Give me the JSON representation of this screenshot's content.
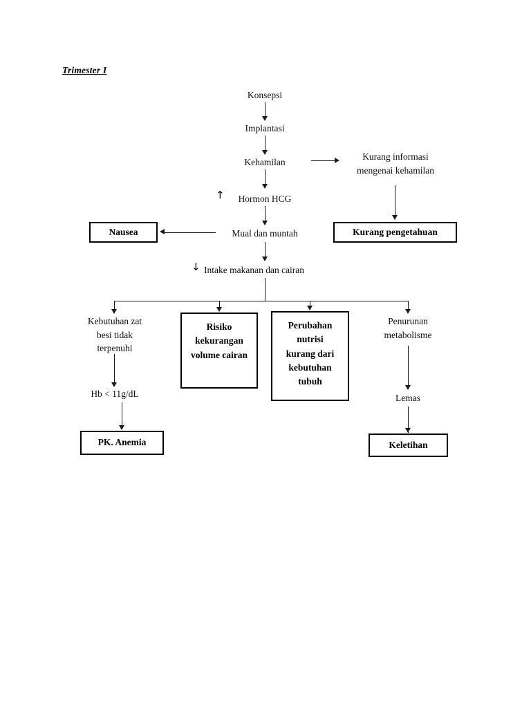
{
  "document": {
    "title": "Trimester I",
    "language": "Indonesian",
    "diagram_type": "pathophysiology-flowchart"
  },
  "nodes": {
    "konsepsi": {
      "label": "Konsepsi",
      "style": "plain"
    },
    "implantasi": {
      "label": "Implantasi",
      "style": "plain"
    },
    "kehamilan": {
      "label": "Kehamilan",
      "style": "plain"
    },
    "hormon_hcg": {
      "label": "Hormon HCG",
      "style": "plain",
      "prefix_glyph": "up-arrow-glyph"
    },
    "mual_dan_muntah": {
      "label": "Mual dan muntah",
      "style": "plain"
    },
    "intake": {
      "label": "Intake makanan dan cairan",
      "style": "plain",
      "prefix_glyph": "down-arrow-glyph"
    },
    "kurang_informasi": {
      "label": "Kurang informasi\nmengenai kehamilan",
      "style": "plain"
    },
    "kebutuhan_zat_besi": {
      "label": "Kebutuhan zat\nbesi tidak\nterpenuhi",
      "style": "plain"
    },
    "hb_value": {
      "label": "Hb < 11g/dL",
      "style": "plain"
    },
    "penurunan_metabolisme": {
      "label": "Penurunan\nmetabolisme",
      "style": "plain"
    },
    "lemas": {
      "label": "Lemas",
      "style": "plain"
    },
    "nausea": {
      "label": "Nausea",
      "style": "boxed"
    },
    "kurang_pengetahuan": {
      "label": "Kurang pengetahuan",
      "style": "boxed"
    },
    "risiko_kekurangan": {
      "label": "Risiko\nkekurangan\nvolume cairan",
      "style": "boxed"
    },
    "perubahan_nutrisi": {
      "label": "Perubahan\nnutrisi\nkurang dari\nkebutuhan\ntubuh",
      "style": "boxed"
    },
    "pk_anemia": {
      "label": "PK. Anemia",
      "style": "boxed"
    },
    "keletihan": {
      "label": "Keletihan",
      "style": "boxed"
    }
  },
  "glyphs": {
    "up_arrow": "↑",
    "down_arrow": "↓"
  },
  "colors": {
    "line": "#1a1a1a",
    "text": "#111111",
    "background": "#ffffff",
    "box_border": "#000000"
  },
  "edges": [
    {
      "from": "konsepsi",
      "to": "implantasi",
      "direction": "down"
    },
    {
      "from": "implantasi",
      "to": "kehamilan",
      "direction": "down"
    },
    {
      "from": "kehamilan",
      "to": "hormon_hcg",
      "direction": "down"
    },
    {
      "from": "kehamilan",
      "to": "kurang_informasi",
      "direction": "right"
    },
    {
      "from": "hormon_hcg",
      "to": "mual_dan_muntah",
      "direction": "down"
    },
    {
      "from": "mual_dan_muntah",
      "to": "nausea",
      "direction": "left"
    },
    {
      "from": "mual_dan_muntah",
      "to": "intake",
      "direction": "down"
    },
    {
      "from": "kurang_informasi",
      "to": "kurang_pengetahuan",
      "direction": "down"
    },
    {
      "from": "intake",
      "to": "kebutuhan_zat_besi",
      "direction": "down-branch"
    },
    {
      "from": "intake",
      "to": "risiko_kekurangan",
      "direction": "down-branch"
    },
    {
      "from": "intake",
      "to": "perubahan_nutrisi",
      "direction": "down-branch"
    },
    {
      "from": "intake",
      "to": "penurunan_metabolisme",
      "direction": "down-branch"
    },
    {
      "from": "kebutuhan_zat_besi",
      "to": "hb_value",
      "direction": "down"
    },
    {
      "from": "hb_value",
      "to": "pk_anemia",
      "direction": "down"
    },
    {
      "from": "penurunan_metabolisme",
      "to": "lemas",
      "direction": "down"
    },
    {
      "from": "lemas",
      "to": "keletihan",
      "direction": "down"
    }
  ]
}
